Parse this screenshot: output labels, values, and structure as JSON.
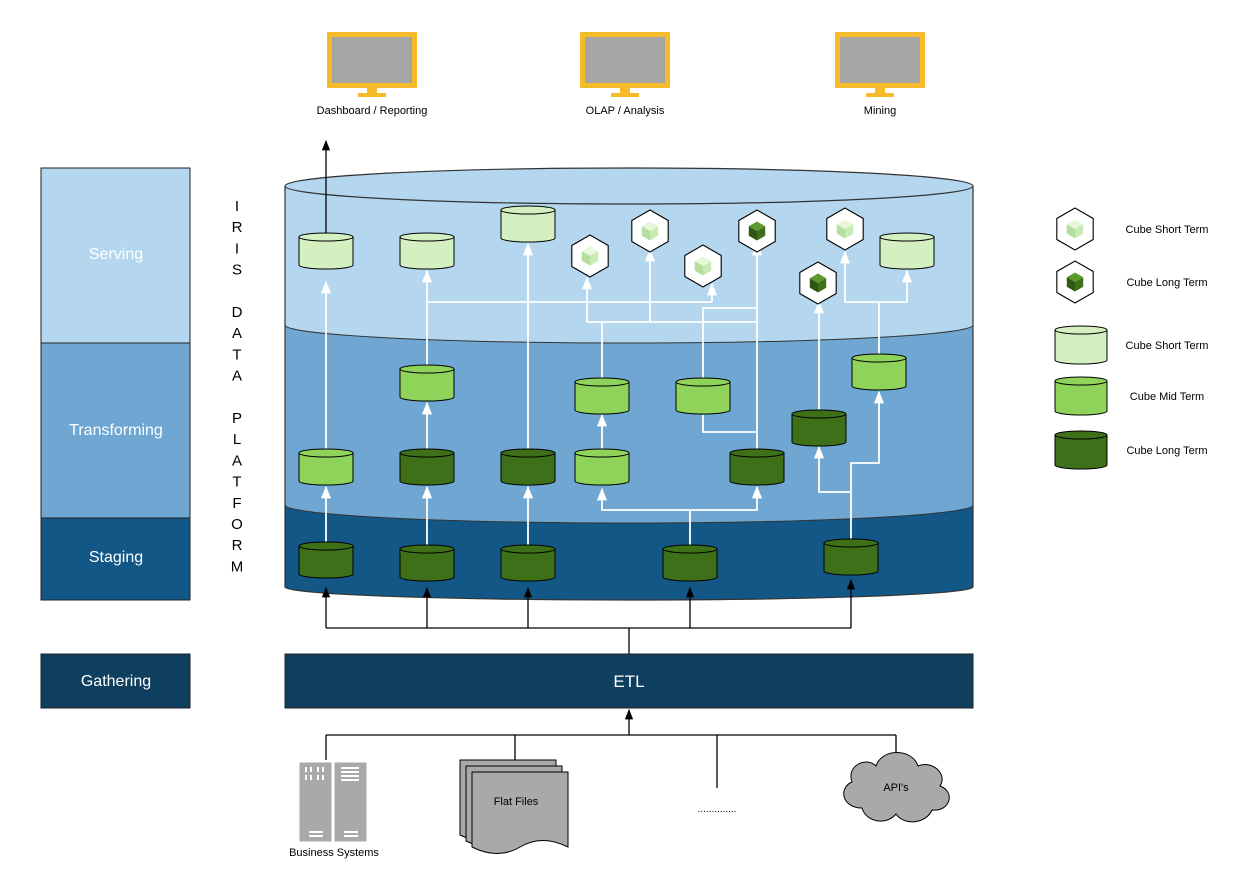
{
  "outputs": [
    {
      "label": "Dashboard / Reporting",
      "icon": "monitor-icon"
    },
    {
      "label": "OLAP / Analysis",
      "icon": "monitor-icon"
    },
    {
      "label": "Mining",
      "icon": "monitor-icon"
    }
  ],
  "layers": {
    "serving": "Serving",
    "transforming": "Transforming",
    "staging": "Staging",
    "gathering": "Gathering"
  },
  "platform_name_letters": [
    "I",
    "R",
    "I",
    "S",
    "",
    "D",
    "A",
    "T",
    "A",
    "",
    "P",
    "L",
    "A",
    "T",
    "F",
    "O",
    "R",
    "M"
  ],
  "etl": "ETL",
  "sources": {
    "business_systems": "Business Systems",
    "flat_files": "Flat Files",
    "dots": "..............",
    "apis": "API's"
  },
  "legend": [
    {
      "label": "Cube Short Term",
      "shape": "cube",
      "color": "#d4f0c0"
    },
    {
      "label": "Cube Long Term",
      "shape": "cube",
      "color": "#3e7019"
    },
    {
      "label": "Cube Short Term",
      "shape": "cylinder",
      "color": "#d4f0c0"
    },
    {
      "label": "Cube Mid Term",
      "shape": "cylinder",
      "color": "#8fd35a"
    },
    {
      "label": "Cube Long Term",
      "shape": "cylinder",
      "color": "#3e7019"
    }
  ],
  "colors": {
    "serving": "#b4d6ef",
    "transforming": "#6fa7d2",
    "staging": "#135787",
    "gathering": "#0f3f5f",
    "short_term": "#d4f0c0",
    "mid_term": "#8fd35a",
    "long_term": "#3e7019",
    "monitor": "#f5bb2a"
  }
}
